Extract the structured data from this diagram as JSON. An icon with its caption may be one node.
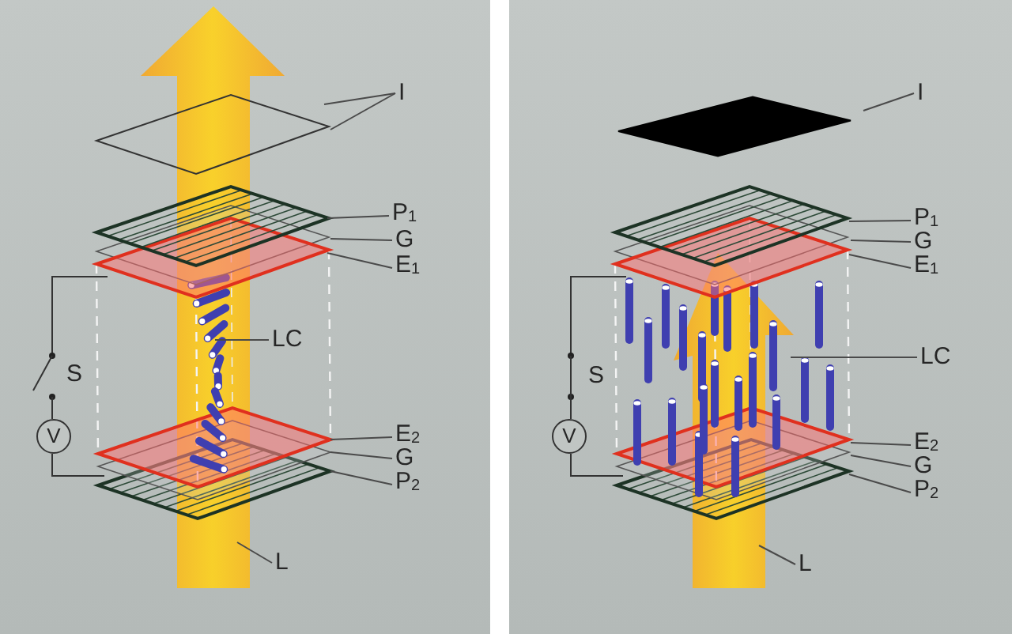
{
  "diagram": {
    "nodes": [
      {
        "text": [
          "I"
        ]
      },
      {
        "text": [
          "P$_{1}$"
        ]
      },
      {
        "text": [
          "G"
        ]
      },
      {
        "text": [
          "E$_{1}$"
        ]
      },
      {
        "text": [
          "LC"
        ]
      },
      {
        "text": [
          "V"
        ]
      },
      {
        "text": [
          "E$_{2}$"
        ]
      },
      {
        "text": [
          "G"
        ]
      },
      {
        "text": [
          "P$_{2}$"
        ]
      },
      {
        "text": [
          "L"
        ]
      },
      {
        "text": [
          "I"
        ]
      },
      {
        "text": [
          "P$_{1}$"
        ]
      },
      {
        "text": [
          "G"
        ]
      },
      {
        "text": [
          "E$_{1}$"
        ]
      },
      {
        "text": [
          "LC"
        ]
      },
      {
        "text": [
          "V"
        ]
      },
      {
        "text": [
          "E$_{2}$"
        ]
      },
      {
        "text": [
          "G"
        ]
      },
      {
        "text": [
          "P$_{2}$"
        ]
      },
      {
        "text": [
          "L"
        ]
      }
    ],
    "edges": [
      {
        "from": 0,
        "to": null,
        "arrow": "none"
      },
      {
        "from": 0,
        "to": null,
        "arrow": "none"
      },
      {
        "from": 1,
        "to": null,
        "arrow": "none"
      },
      {
        "from": 2,
        "to": null,
        "arrow": "none"
      },
      {
        "from": 3,
        "to": null,
        "arrow": "none"
      },
      {
        "from": 4,
        "to": null,
        "arrow": "none"
      },
      {
        "from": 6,
        "to": null,
        "arrow": "none"
      },
      {
        "from": 7,
        "to": null,
        "arrow": "none"
      },
      {
        "from": 8,
        "to": null,
        "arrow": "none"
      },
      {
        "from": 9,
        "to": null,
        "arrow": "none"
      },
      {
        "from": 10,
        "to": null,
        "arrow": "none"
      },
      {
        "from": 11,
        "to": null,
        "arrow": "none"
      },
      {
        "from": 12,
        "to": null,
        "arrow": "none"
      },
      {
        "from": 13,
        "to": null,
        "arrow": "none"
      },
      {
        "from": 14,
        "to": null,
        "arrow": "none"
      },
      {
        "from": 16,
        "to": null,
        "arrow": "none"
      },
      {
        "from": 17,
        "to": null,
        "arrow": "none"
      },
      {
        "from": 18,
        "to": null,
        "arrow": "none"
      },
      {
        "from": 19,
        "to": null,
        "arrow": "none"
      }
    ],
    "labels": [
      "S",
      "S"
    ]
  }
}
